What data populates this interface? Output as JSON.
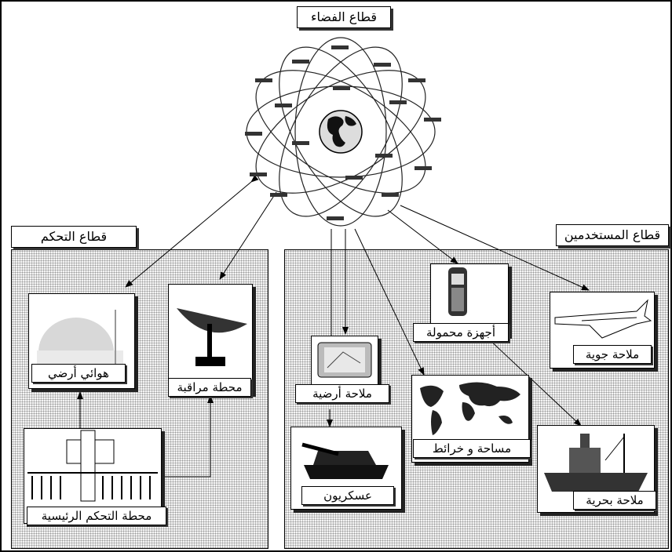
{
  "segments": {
    "space": "قطاع الفضاء",
    "control": "قطاع التحكم",
    "users": "قطاع المستخدمين"
  },
  "control_items": {
    "ground_antenna": "هوائي أرضي",
    "monitor_station": "محطة مراقبة",
    "master_station": "محطة التحكم الرئيسية"
  },
  "user_items": {
    "handheld": "أجهزة محمولة",
    "air_nav": "ملاحة جوية",
    "land_nav": "ملاحة أرضية",
    "survey": "مساحة و خرائط",
    "military": "عسكريون",
    "marine_nav": "ملاحة بحرية"
  },
  "icons": [
    "globe-icon",
    "satellite-icon",
    "radar-dish-icon",
    "radome-icon",
    "building-icon",
    "phone-icon",
    "jet-icon",
    "gps-device-icon",
    "world-map-icon",
    "tank-icon",
    "ship-icon"
  ],
  "colors": {
    "line": "#000000",
    "panel": "#f4f4f4"
  }
}
